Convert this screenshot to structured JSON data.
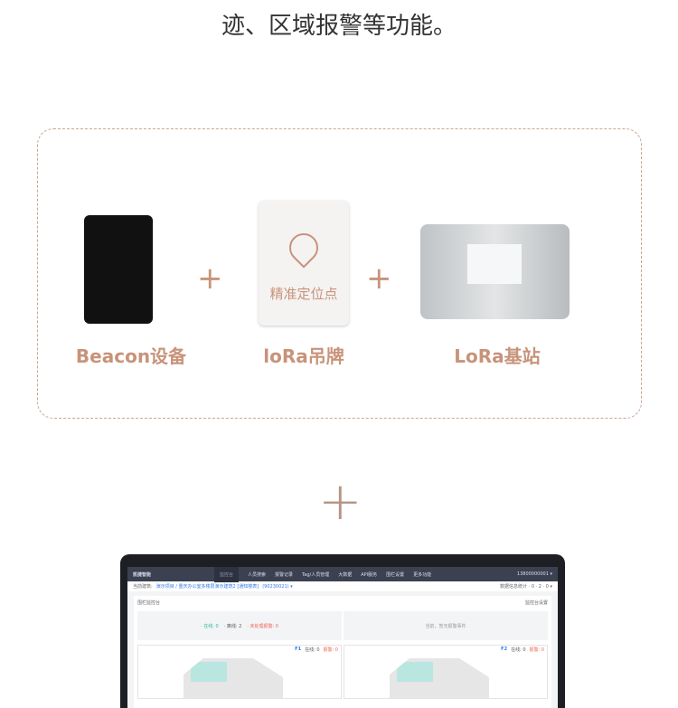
{
  "intro": "迹、区域报警等功能。",
  "devices": [
    {
      "label": "Beacon设备"
    },
    {
      "label": "loRa吊牌",
      "badge_text": "精准定位点"
    },
    {
      "label": "LoRa基站"
    }
  ],
  "plus": "+",
  "app": {
    "logo": "凯捷智能",
    "nav": [
      "监控台",
      "人员搜索",
      "报警记录",
      "Tag/人员管理",
      "大数据",
      "API服务",
      "围栏设置",
      "更多功能"
    ],
    "user": "13800000001 ▾",
    "breadcrumb": {
      "label": "当前建筑:",
      "path": "演示项目 / 重庆办公室多楼层演示建筑2 [通知楼表]",
      "code": "(90230021) ▾",
      "stats": "数据信息统计 · 0 · 2 · 0 ▾"
    },
    "panel_title": "围栏监控台",
    "panel_action": "监控台设置",
    "stats": {
      "online": "· 在线: 0",
      "offline": "· 离线: 2",
      "alarm": "· 未处理报警: 0",
      "no_alarm": "当前，暂无报警事件"
    },
    "floors": [
      {
        "name": "F1",
        "online": "在线: 0",
        "alarm": "报警: 0"
      },
      {
        "name": "F2",
        "online": "在线: 0",
        "alarm": "报警: 0"
      }
    ]
  }
}
